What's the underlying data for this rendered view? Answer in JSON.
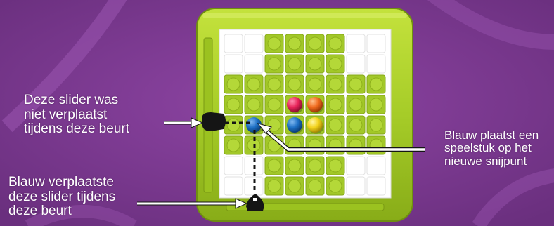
{
  "colors": {
    "background": "#7e3a92",
    "board_frame": "#a6cc28",
    "board_hole": "#a2c828",
    "blue_piece": "#1d6fc4",
    "red_piece": "#e8245a",
    "orange_piece": "#f06a1e",
    "yellow_piece": "#f2d21c",
    "slider": "#1a1a1a",
    "arrow": "#ffffff"
  },
  "labels": {
    "slider_not_moved": {
      "lines": [
        "Deze slider was",
        "niet verplaatst",
        "tijdens deze beurt"
      ]
    },
    "slider_moved": {
      "lines": [
        "Blauw verplaatste",
        "deze slider tijdens",
        "deze beurt"
      ]
    },
    "piece_placed": {
      "lines": [
        "Blauw plaatst een",
        "speelstuk op het",
        "nieuwe snijpunt"
      ]
    }
  },
  "board": {
    "grid_size": 8,
    "pieces": [
      {
        "row": 3,
        "col": 3,
        "color": "red"
      },
      {
        "row": 3,
        "col": 4,
        "color": "orange"
      },
      {
        "row": 4,
        "col": 1,
        "color": "blue"
      },
      {
        "row": 4,
        "col": 3,
        "color": "blue"
      },
      {
        "row": 4,
        "col": 4,
        "color": "yellow"
      }
    ]
  }
}
